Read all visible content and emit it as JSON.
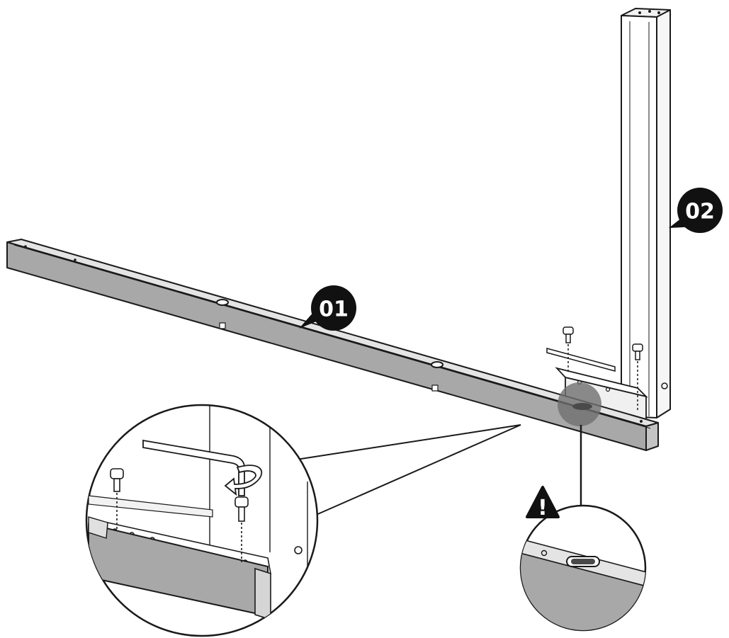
{
  "diagram": {
    "callouts": [
      {
        "id": "part-01",
        "label": "01"
      },
      {
        "id": "part-02",
        "label": "02"
      }
    ],
    "warning_symbol": "!",
    "colors": {
      "outline": "#1a1a1a",
      "beam_top": "#e4e4e4",
      "beam_front": "#a8a8a8",
      "highlight": "#6f6f6f",
      "badge": "#111111"
    },
    "icons": [
      "hex-bolt-icon",
      "allen-key-icon",
      "rotate-arrow-icon",
      "warning-icon"
    ]
  }
}
